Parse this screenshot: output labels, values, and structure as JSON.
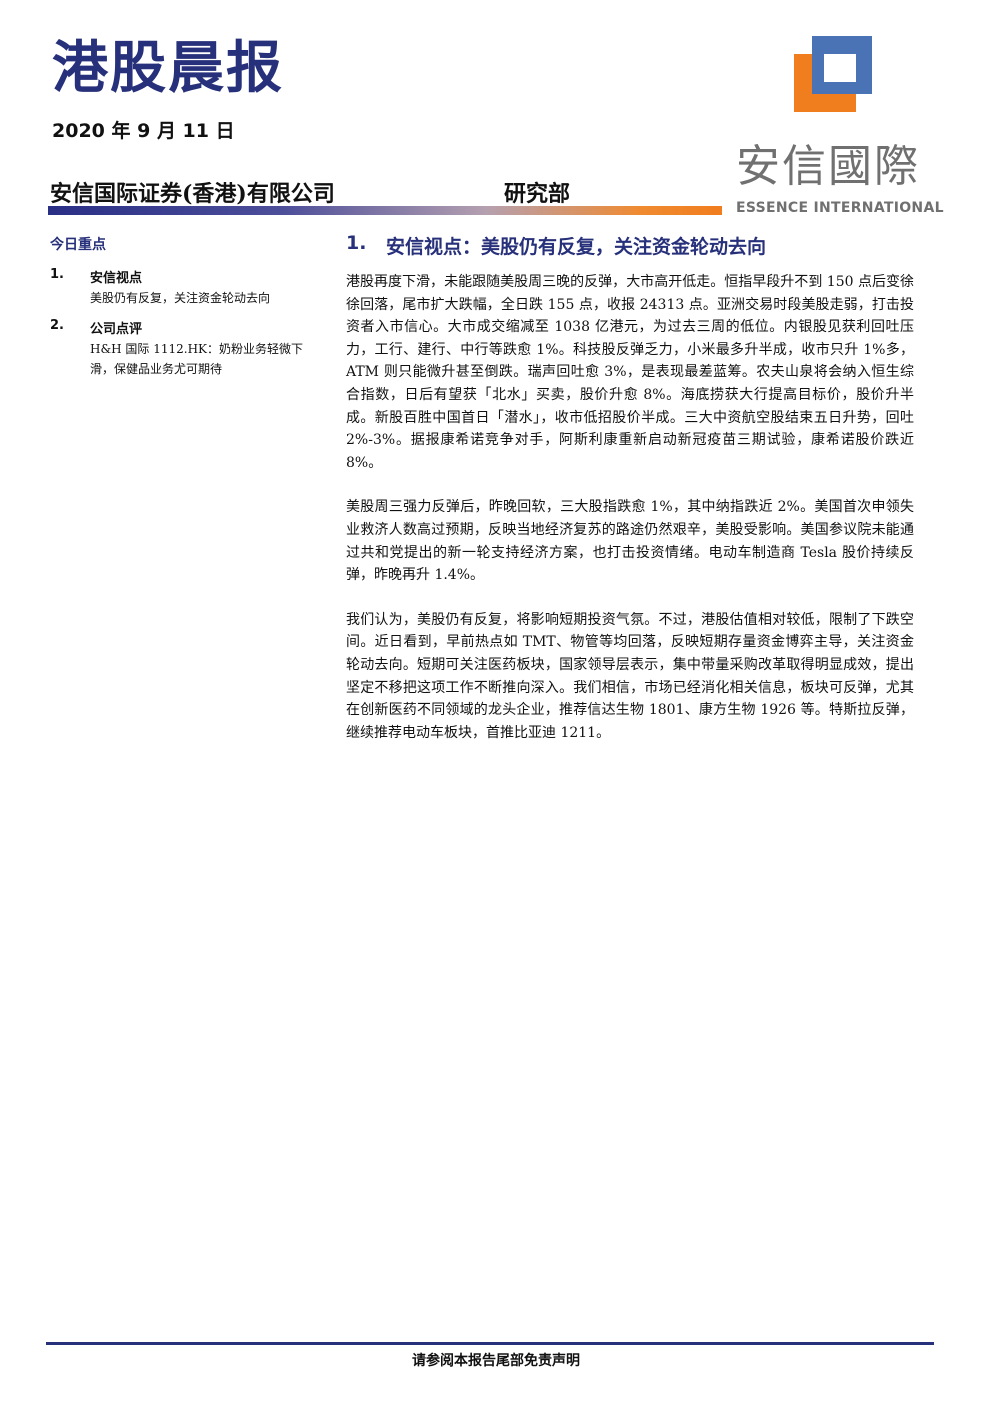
{
  "header": {
    "title": "港股晨报",
    "date": "2020 年 9 月 11 日",
    "company": "安信国际证券(香港)有限公司",
    "department": "研究部",
    "logo_cn": "安信國際",
    "logo_en": "ESSENCE INTERNATIONAL"
  },
  "colors": {
    "brand_navy": "#27307a",
    "brand_orange": "#f07d1e",
    "logo_blue": "#4a73b5",
    "logo_gray": "#707070"
  },
  "sidebar": {
    "heading": "今日重点",
    "items": [
      {
        "num": "1.",
        "title": "安信视点",
        "desc": "美股仍有反复，关注资金轮动去向"
      },
      {
        "num": "2.",
        "title": "公司点评",
        "desc": "H&H 国际 1112.HK：奶粉业务轻微下滑，保健品业务尤可期待"
      }
    ]
  },
  "main": {
    "section_num": "1.",
    "section_title": "安信视点：美股仍有反复，关注资金轮动去向",
    "paragraphs": [
      "港股再度下滑，未能跟随美股周三晚的反弹，大市高开低走。恒指早段升不到 150 点后变徐徐回落，尾市扩大跌幅，全日跌 155 点，收报 24313 点。亚洲交易时段美股走弱，打击投资者入市信心。大市成交缩减至 1038 亿港元，为过去三周的低位。内银股见获利回吐压力，工行、建行、中行等跌愈 1%。科技股反弹乏力，小米最多升半成，收市只升 1%多，ATM 则只能微升甚至倒跌。瑞声回吐愈 3%，是表现最差蓝筹。农夫山泉将会纳入恒生综合指数，日后有望获「北水」买卖，股价升愈 8%。海底捞获大行提高目标价，股价升半成。新股百胜中国首日「潜水」，收市低招股价半成。三大中资航空股结束五日升势，回吐 2%-3%。据报康希诺竞争对手，阿斯利康重新启动新冠疫苗三期试验，康希诺股价跌近 8%。",
      "美股周三强力反弹后，昨晚回软，三大股指跌愈 1%，其中纳指跌近 2%。美国首次申领失业救济人数高过预期，反映当地经济复苏的路途仍然艰辛，美股受影响。美国参议院未能通过共和党提出的新一轮支持经济方案，也打击投资情绪。电动车制造商 Tesla 股价持续反弹，昨晚再升 1.4%。",
      "我们认为，美股仍有反复，将影响短期投资气氛。不过，港股估值相对较低，限制了下跌空间。近日看到，早前热点如 TMT、物管等均回落，反映短期存量资金博弈主导，关注资金轮动去向。短期可关注医药板块，国家领导层表示，集中带量采购改革取得明显成效，提出坚定不移把这项工作不断推向深入。我们相信，市场已经消化相关信息，板块可反弹，尤其在创新医药不同领域的龙头企业，推荐信达生物 1801、康方生物 1926 等。特斯拉反弹，继续推荐电动车板块，首推比亚迪 1211。"
    ]
  },
  "footer": {
    "disclaimer": "请参阅本报告尾部免责声明"
  }
}
